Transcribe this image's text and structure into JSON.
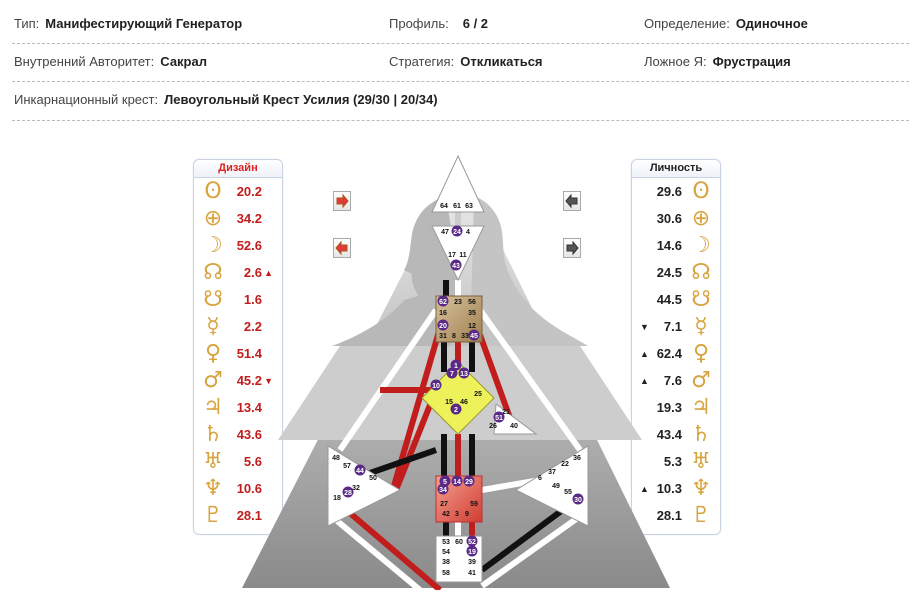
{
  "info": {
    "type_label": "Тип:",
    "type_value": "Манифестирующий Генератор",
    "profile_label": "Профиль:",
    "profile_value": "6 / 2",
    "definition_label": "Определение:",
    "definition_value": "Одиночное",
    "authority_label": "Внутренний Авторитет:",
    "authority_value": "Сакрал",
    "strategy_label": "Стратегия:",
    "strategy_value": "Откликаться",
    "notself_label": "Ложное Я:",
    "notself_value": "Фрустрация",
    "cross_label": "Инкарнационный крест:",
    "cross_value": "Левоугольный Крест Усилия (29/30 | 20/34)"
  },
  "design": {
    "title": "Дизайн",
    "planets": [
      {
        "icon": "sun-icon",
        "glyph": "ʘ",
        "value": "20.2",
        "arrow": ""
      },
      {
        "icon": "earth-icon",
        "glyph": "⊕",
        "value": "34.2",
        "arrow": ""
      },
      {
        "icon": "moon-icon",
        "glyph": "☽",
        "value": "52.6",
        "arrow": ""
      },
      {
        "icon": "north-node-icon",
        "glyph": "☊",
        "value": "2.6",
        "arrow": "▲"
      },
      {
        "icon": "south-node-icon",
        "glyph": "☋",
        "value": "1.6",
        "arrow": ""
      },
      {
        "icon": "mercury-icon",
        "glyph": "☿",
        "value": "2.2",
        "arrow": ""
      },
      {
        "icon": "venus-icon",
        "glyph": "♀",
        "value": "51.4",
        "arrow": ""
      },
      {
        "icon": "mars-icon",
        "glyph": "♂",
        "value": "45.2",
        "arrow": "▼"
      },
      {
        "icon": "jupiter-icon",
        "glyph": "♃",
        "value": "13.4",
        "arrow": ""
      },
      {
        "icon": "saturn-icon",
        "glyph": "♄",
        "value": "43.6",
        "arrow": ""
      },
      {
        "icon": "uranus-icon",
        "glyph": "♅",
        "value": "5.6",
        "arrow": ""
      },
      {
        "icon": "neptune-icon",
        "glyph": "♆",
        "value": "10.6",
        "arrow": ""
      },
      {
        "icon": "pluto-icon",
        "glyph": "♇",
        "value": "28.1",
        "arrow": ""
      }
    ]
  },
  "personality": {
    "title": "Личность",
    "planets": [
      {
        "icon": "sun-icon",
        "glyph": "ʘ",
        "value": "29.6",
        "arrow": ""
      },
      {
        "icon": "earth-icon",
        "glyph": "⊕",
        "value": "30.6",
        "arrow": ""
      },
      {
        "icon": "moon-icon",
        "glyph": "☽",
        "value": "14.6",
        "arrow": ""
      },
      {
        "icon": "north-node-icon",
        "glyph": "☊",
        "value": "24.5",
        "arrow": ""
      },
      {
        "icon": "south-node-icon",
        "glyph": "☋",
        "value": "44.5",
        "arrow": ""
      },
      {
        "icon": "mercury-icon",
        "glyph": "☿",
        "value": "7.1",
        "arrow": "▼"
      },
      {
        "icon": "venus-icon",
        "glyph": "♀",
        "value": "62.4",
        "arrow": "▲"
      },
      {
        "icon": "mars-icon",
        "glyph": "♂",
        "value": "7.6",
        "arrow": "▲"
      },
      {
        "icon": "jupiter-icon",
        "glyph": "♃",
        "value": "19.3",
        "arrow": ""
      },
      {
        "icon": "saturn-icon",
        "glyph": "♄",
        "value": "43.4",
        "arrow": ""
      },
      {
        "icon": "uranus-icon",
        "glyph": "♅",
        "value": "5.3",
        "arrow": ""
      },
      {
        "icon": "neptune-icon",
        "glyph": "♆",
        "value": "10.3",
        "arrow": "▲"
      },
      {
        "icon": "pluto-icon",
        "glyph": "♇",
        "value": "28.1",
        "arrow": ""
      }
    ]
  },
  "colors": {
    "design_red": "#c21d1d",
    "glyph_gold": "#d8a440",
    "head_fill": "#ffffff",
    "ajna_fill": "#ffffff",
    "throat_fill": "#b59a6a",
    "g_fill": "#eef25a",
    "sacral_fill": "#e4584c",
    "circle_fill": "#5a2a86"
  },
  "bodygraph": {
    "head": [
      "64",
      "61",
      "63"
    ],
    "ajna": [
      "47",
      "24",
      "4",
      "17",
      "11",
      "43"
    ],
    "throat": [
      "62",
      "23",
      "56",
      "16",
      "35",
      "20",
      "12",
      "31",
      "8",
      "33",
      "45"
    ],
    "g": [
      "1",
      "7",
      "13",
      "10",
      "15",
      "46",
      "2",
      "25"
    ],
    "ego": [
      "21",
      "51",
      "26",
      "40"
    ],
    "spleen": [
      "48",
      "57",
      "44",
      "50",
      "32",
      "28",
      "18"
    ],
    "sacral": [
      "5",
      "14",
      "29",
      "34",
      "27",
      "59",
      "42",
      "3",
      "9"
    ],
    "solar": [
      "36",
      "37",
      "22",
      "6",
      "49",
      "55",
      "30"
    ],
    "root": [
      "53",
      "60",
      "52",
      "54",
      "19",
      "38",
      "39",
      "58",
      "41"
    ]
  }
}
